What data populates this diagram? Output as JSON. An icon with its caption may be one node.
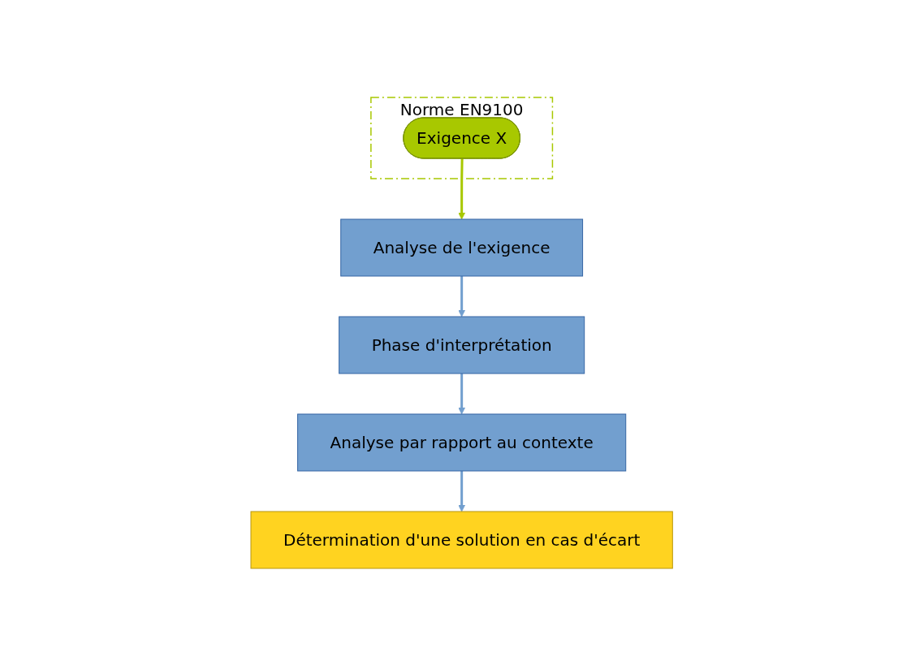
{
  "diagram": {
    "nodes": [
      {
        "text": [
          "Norme EN9100"
        ]
      },
      {
        "text": [
          "Exigence X"
        ],
        "in": 0
      },
      {
        "text": [
          "Analyse de l'exigence"
        ]
      },
      {
        "text": [
          "Phase d'interprétation"
        ]
      },
      {
        "text": [
          "Analyse par rapport au contexte"
        ]
      },
      {
        "text": [
          "Détermination d'une solution en cas d'écart"
        ]
      }
    ],
    "edges": [
      {
        "from": 1,
        "to": 2,
        "arrow": "to",
        "color": "#a8c800"
      },
      {
        "from": 2,
        "to": 3,
        "arrow": "to"
      },
      {
        "from": 3,
        "to": 4,
        "arrow": "to"
      },
      {
        "from": 4,
        "to": 5,
        "arrow": "to"
      }
    ]
  }
}
